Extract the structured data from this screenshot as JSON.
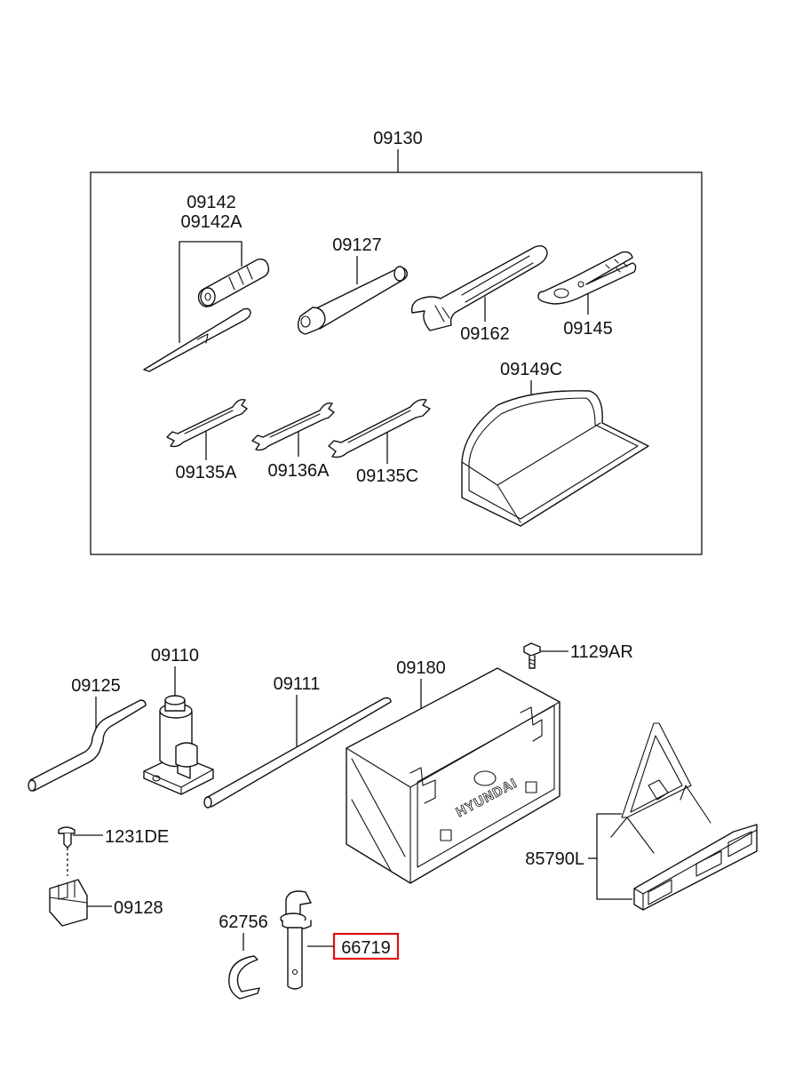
{
  "labels": {
    "kit": "09130",
    "screwdriver": "09142",
    "screwdriver_alt": "09142A",
    "extension_bar": "09127",
    "adjustable_wrench": "09162",
    "pliers": "09145",
    "tool_bag": "09149C",
    "spanner_a": "09135A",
    "spanner_b": "09136A",
    "spanner_c": "09135C",
    "jack": "09110",
    "crank_handle": "09125",
    "jack_rod": "09111",
    "tool_box": "09180",
    "box_bolt": "1129AR",
    "screw": "1231DE",
    "clip": "09128",
    "pin_clip": "62756",
    "hook_pin": "66719",
    "warning_triangle": "85790L"
  },
  "box_brand": "HYUNDAI",
  "highlighted_part": "66719",
  "colors": {
    "highlight": "#e01010",
    "line": "#111111"
  }
}
